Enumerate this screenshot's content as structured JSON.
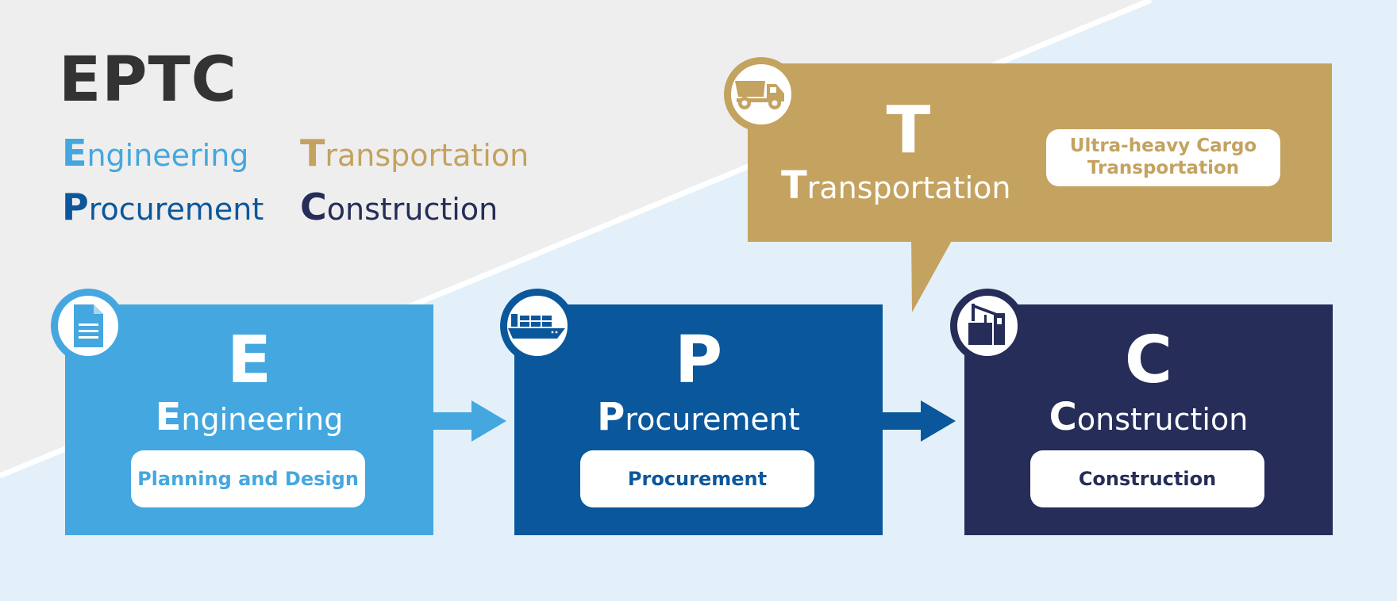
{
  "colors": {
    "engineering": "#44a7df",
    "procurement": "#0b579b",
    "transportation": "#c4a25f",
    "construction": "#252d58",
    "background_upper": "#eeeeee",
    "background_lower": "#e3f0f9"
  },
  "title": "EPTC",
  "legend": [
    {
      "cap": "E",
      "rest": "ngineering"
    },
    {
      "cap": "P",
      "rest": "rocurement"
    },
    {
      "cap": "T",
      "rest": "ransportation"
    },
    {
      "cap": "C",
      "rest": "onstruction"
    }
  ],
  "stages": {
    "engineering": {
      "letter": "E",
      "cap": "E",
      "rest": "ngineering",
      "pill": "Planning and Design",
      "icon": "document-icon"
    },
    "procurement": {
      "letter": "P",
      "cap": "P",
      "rest": "rocurement",
      "pill": "Procurement",
      "icon": "cargo-ship-icon"
    },
    "construction": {
      "letter": "C",
      "cap": "C",
      "rest": "onstruction",
      "pill": "Construction",
      "icon": "crane-icon"
    },
    "transportation": {
      "letter": "T",
      "cap": "T",
      "rest": "ransportation",
      "pill_line1": "Ultra-heavy Cargo",
      "pill_line2": "Transportation",
      "icon": "dump-truck-icon"
    }
  },
  "flow": [
    {
      "from": "engineering",
      "to": "procurement",
      "icon": "arrow-right-icon"
    },
    {
      "from": "procurement",
      "to": "construction",
      "icon": "arrow-right-icon"
    }
  ]
}
